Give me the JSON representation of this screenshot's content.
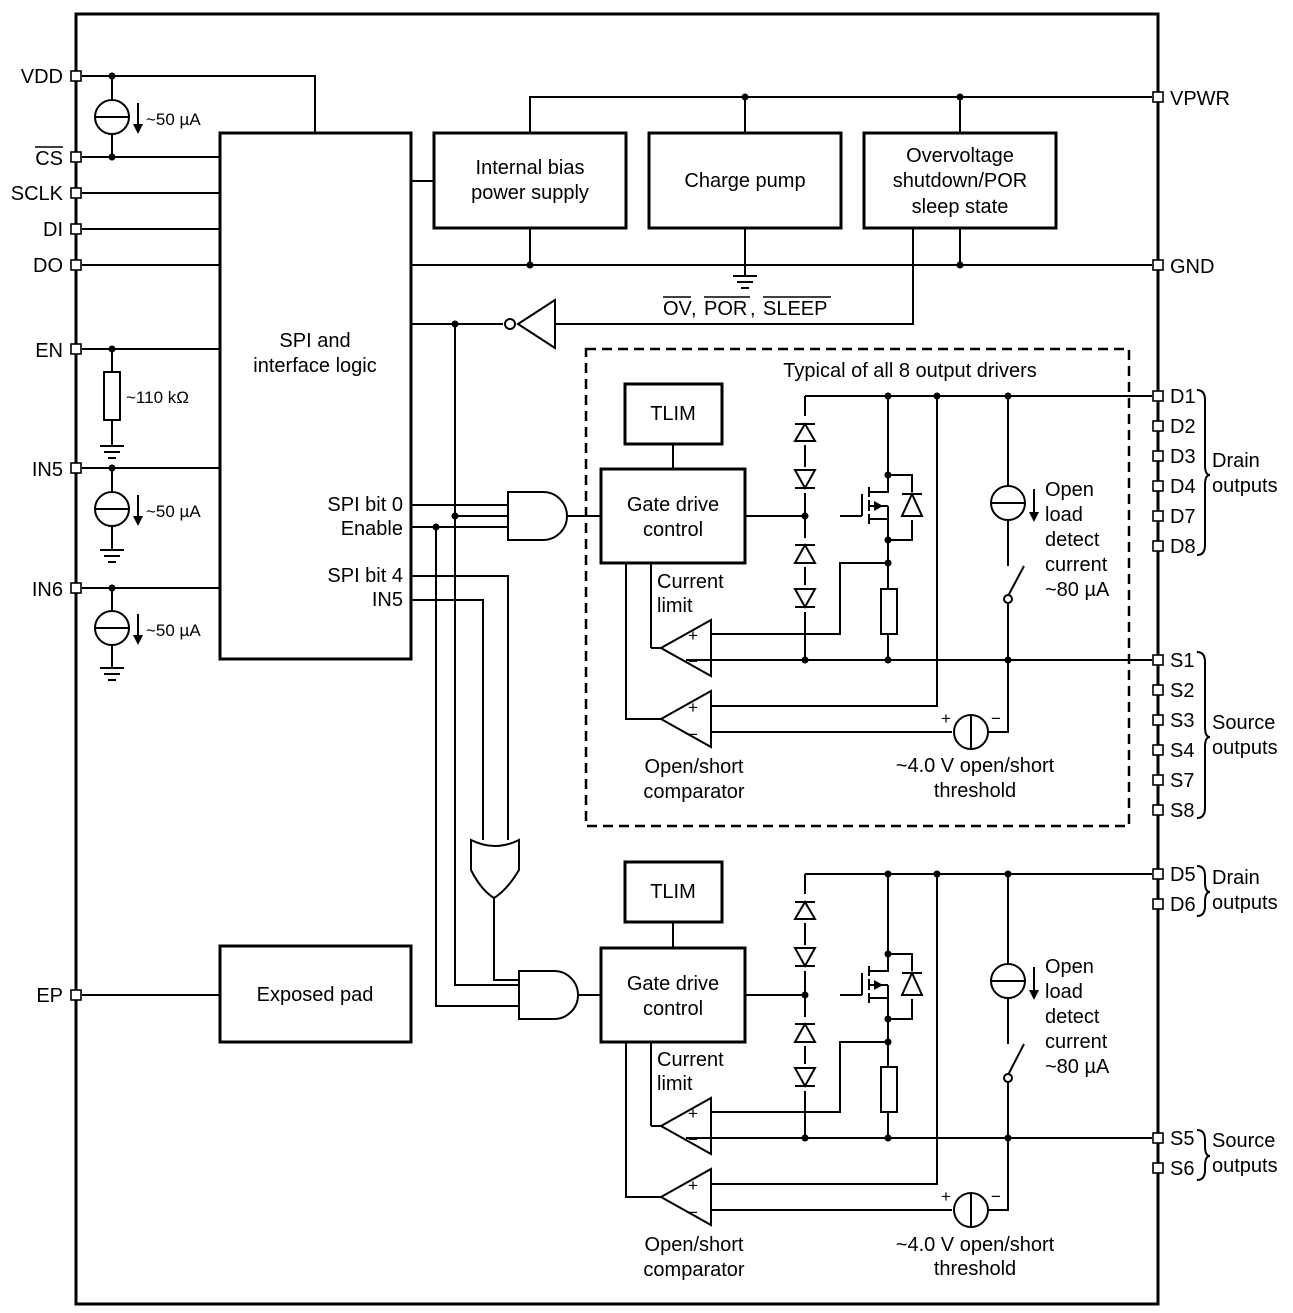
{
  "left_pins": {
    "vdd": "VDD",
    "cs": "CS",
    "sclk": "SCLK",
    "di": "DI",
    "do": "DO",
    "en": "EN",
    "in5": "IN5",
    "in6": "IN6",
    "ep": "EP"
  },
  "right_pins": {
    "vpwr": "VPWR",
    "gnd": "GND",
    "drain_top": [
      "D1",
      "D2",
      "D3",
      "D4",
      "D7",
      "D8"
    ],
    "source_top": [
      "S1",
      "S2",
      "S3",
      "S4",
      "S7",
      "S8"
    ],
    "drain_bottom": [
      "D5",
      "D6"
    ],
    "source_bottom": [
      "S5",
      "S6"
    ],
    "drain_group_label": [
      "Drain",
      "outputs"
    ],
    "source_group_label": [
      "Source",
      "outputs"
    ]
  },
  "current_sources": {
    "vdd": "~50 µA",
    "in5": "~50 µA",
    "in6": "~50 µA"
  },
  "en_resistor": "~110 kΩ",
  "blocks": {
    "spi_logic": [
      "SPI and",
      "interface logic"
    ],
    "spi_bit0": "SPI bit 0",
    "enable": "Enable",
    "spi_bit4": "SPI bit 4",
    "in5_port": "IN5",
    "bias": [
      "Internal bias",
      "power supply"
    ],
    "charge_pump": "Charge pump",
    "overvoltage": [
      "Overvoltage",
      "shutdown/POR",
      "sleep state"
    ],
    "flags": [
      "OV",
      "POR",
      "SLEEP"
    ],
    "exposed_pad": "Exposed pad"
  },
  "driver": {
    "typical_label": "Typical of all 8 output drivers",
    "tlim": "TLIM",
    "gate_drive": [
      "Gate drive",
      "control"
    ],
    "current_limit": [
      "Current",
      "limit"
    ],
    "open_load": [
      "Open",
      "load",
      "detect",
      "current",
      "~80 µA"
    ],
    "comparator": [
      "Open/short",
      "comparator"
    ],
    "threshold": [
      "~4.0 V open/short",
      "threshold"
    ],
    "plus": "+",
    "minus": "−"
  }
}
